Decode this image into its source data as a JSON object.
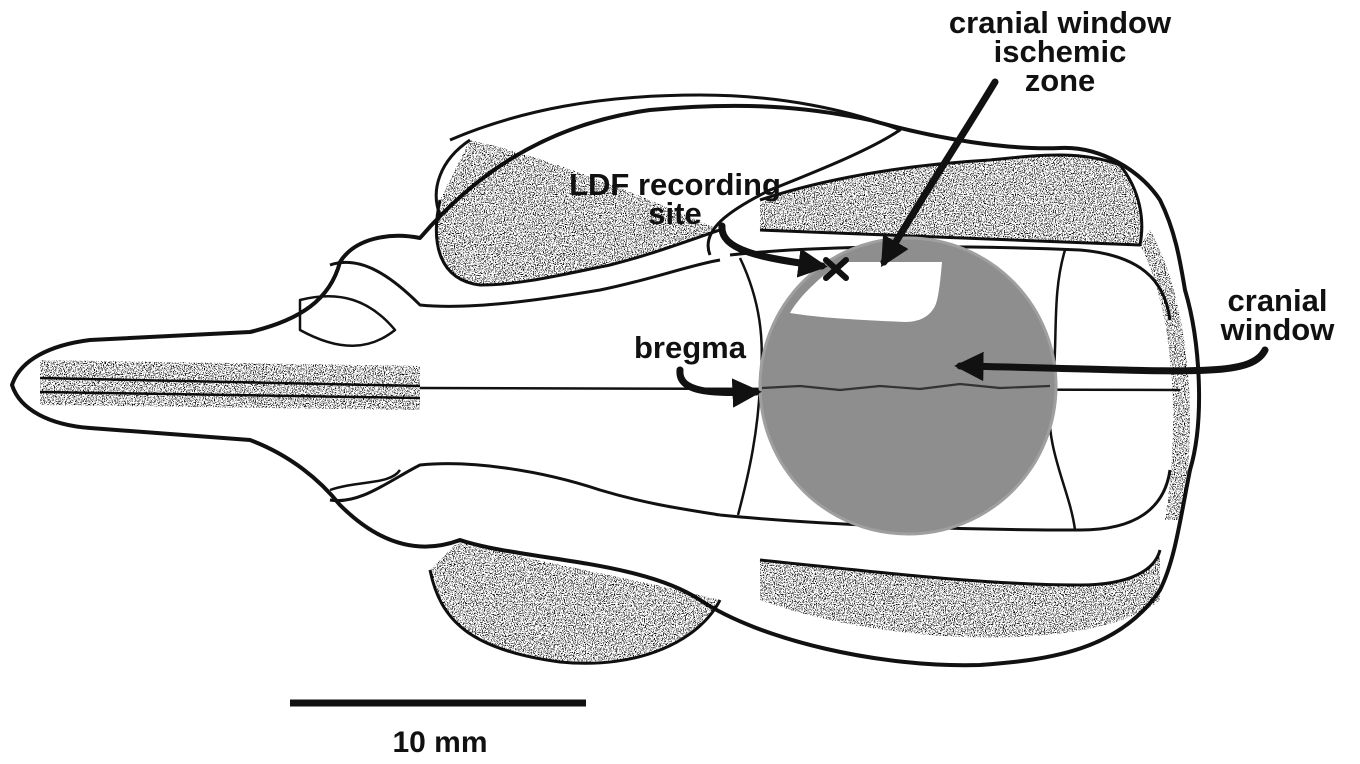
{
  "labels": {
    "ischemic_zone": [
      "cranial window",
      "ischemic",
      "zone"
    ],
    "ldf_site": [
      "LDF recording",
      "site"
    ],
    "cranial_window": [
      "cranial",
      "window"
    ],
    "bregma": "bregma",
    "scale_bar": "10 mm"
  },
  "colors": {
    "window_fill": "#8e8e8e",
    "window_edge": "#9a9a9a",
    "ink": "#111111",
    "ischemic_fill": "#ffffff"
  }
}
